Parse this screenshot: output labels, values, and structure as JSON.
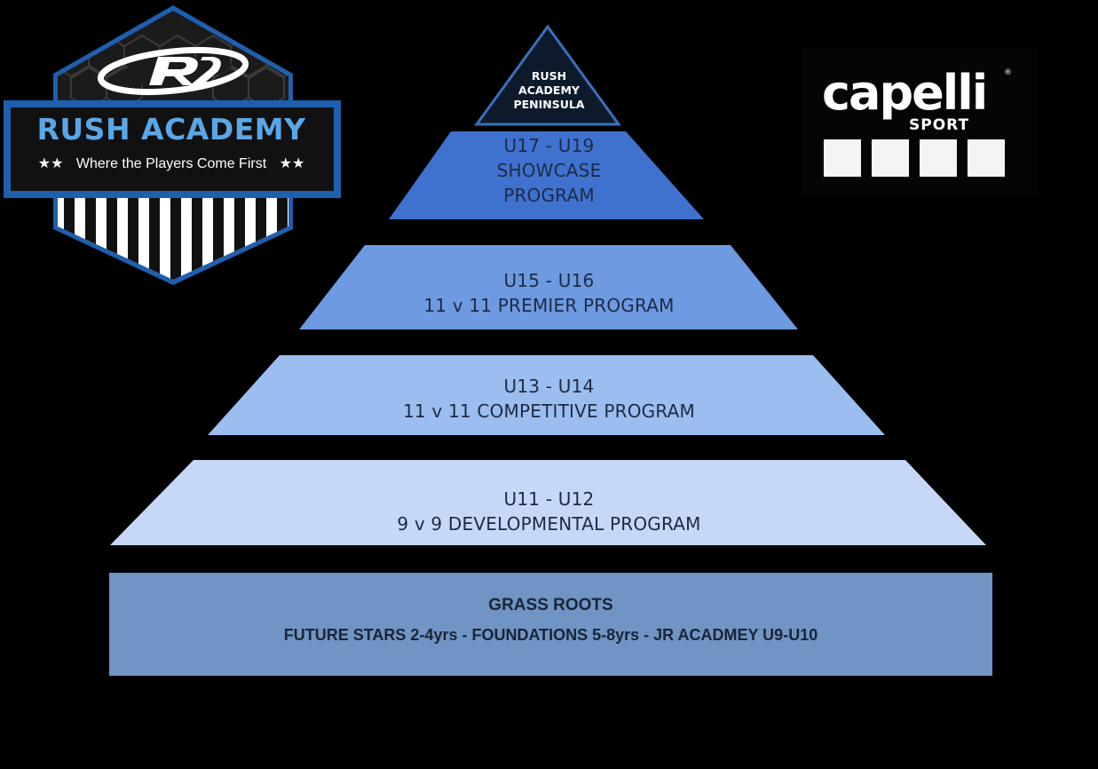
{
  "logo_left": {
    "name": "RUSH ACADEMY",
    "tagline": "Where the Players Come First",
    "stars_left": "★★",
    "stars_right": "★★"
  },
  "logo_right": {
    "word": "capelli",
    "sub": "SPORT",
    "reg": "®"
  },
  "pyramid": {
    "apex": {
      "line1": "RUSH",
      "line2": "ACADEMY",
      "line3": "PENINSULA"
    },
    "tiers": [
      {
        "line1": "U17 - U19",
        "line2": "SHOWCASE",
        "line3": "PROGRAM",
        "color": "#3f72cf"
      },
      {
        "line1": "U15 - U16",
        "line2": "11 v 11 PREMIER PROGRAM",
        "color": "#6d9ae0"
      },
      {
        "line1": "U13 - U14",
        "line2": "11 v 11 COMPETITIVE PROGRAM",
        "color": "#9cbdf0"
      },
      {
        "line1": "U11 - U12",
        "line2": "9 v 9 DEVELOPMENTAL PROGRAM",
        "color": "#c6d8f5"
      }
    ],
    "base": {
      "title": "GRASS ROOTS",
      "subtitle": "FUTURE STARS 2-4yrs - FOUNDATIONS 5-8yrs - JR ACADMEY U9-U10",
      "color": "#7094c4"
    }
  }
}
